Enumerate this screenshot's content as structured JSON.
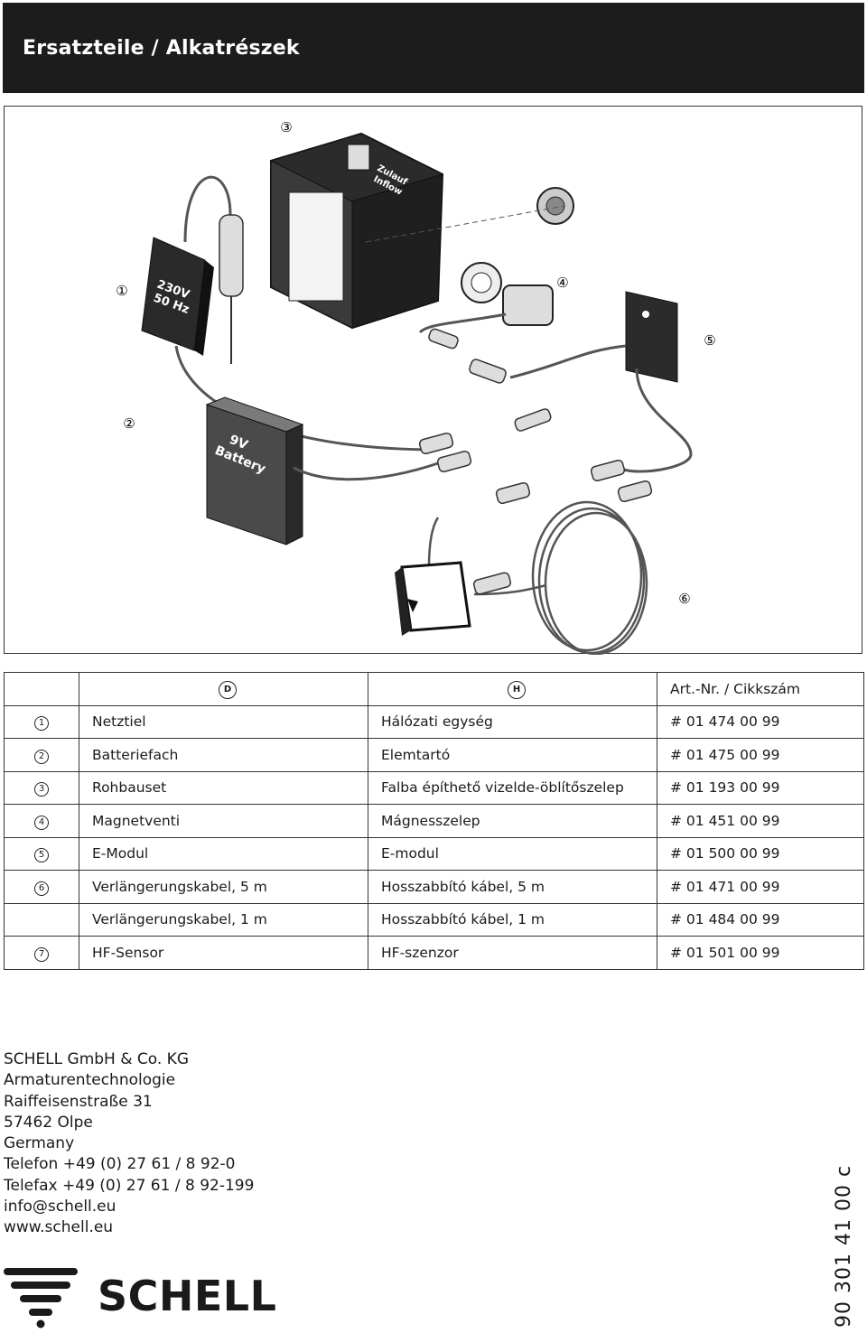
{
  "header": {
    "title": "Ersatzteile / Alkatrészek"
  },
  "figure": {
    "callouts": [
      "①",
      "②",
      "③",
      "④",
      "⑤",
      "⑥"
    ],
    "labels": {
      "power_supply": [
        "230V",
        "50 Hz"
      ],
      "battery": [
        "9V",
        "Battery"
      ],
      "box_inlet": [
        "Zulauf",
        "Inflow"
      ]
    }
  },
  "table": {
    "headers": {
      "de_flag": "D",
      "hu_flag": "H",
      "art": "Art.-Nr. / Cikkszám"
    },
    "rows": [
      {
        "num": "1",
        "de": "Netztiel",
        "hu": "Hálózati egység",
        "art": "# 01 474 00 99"
      },
      {
        "num": "2",
        "de": "Batteriefach",
        "hu": "Elemtartó",
        "art": "# 01 475 00 99"
      },
      {
        "num": "3",
        "de": "Rohbauset",
        "hu": "Falba építhető vizelde-öblítőszelep",
        "art": "# 01 193 00 99"
      },
      {
        "num": "4",
        "de": "Magnetventi",
        "hu": "Mágnesszelep",
        "art": "# 01 451 00 99"
      },
      {
        "num": "5",
        "de": "E-Modul",
        "hu": "E-modul",
        "art": "# 01 500 00 99"
      },
      {
        "num": "6",
        "de": "Verlängerungskabel, 5 m",
        "hu": "Hosszabbító kábel, 5 m",
        "art": "# 01 471 00 99"
      },
      {
        "num": "",
        "de": "Verlängerungskabel, 1 m",
        "hu": "Hosszabbító kábel, 1 m",
        "art": "# 01 484 00 99"
      },
      {
        "num": "7",
        "de": "HF-Sensor",
        "hu": "HF-szenzor",
        "art": "# 01 501 00 99"
      }
    ]
  },
  "address": {
    "lines": [
      "SCHELL GmbH & Co. KG",
      "Armaturentechnologie",
      "Raiffeisenstraße 31",
      "57462 Olpe",
      "Germany",
      "Telefon +49 (0) 27 61 / 8 92-0",
      "Telefax +49 (0) 27 61 / 8 92-199",
      "info@schell.eu",
      "www.schell.eu"
    ]
  },
  "logo": {
    "text": "SCHELL"
  },
  "document_number": "90 301 41 00 c"
}
